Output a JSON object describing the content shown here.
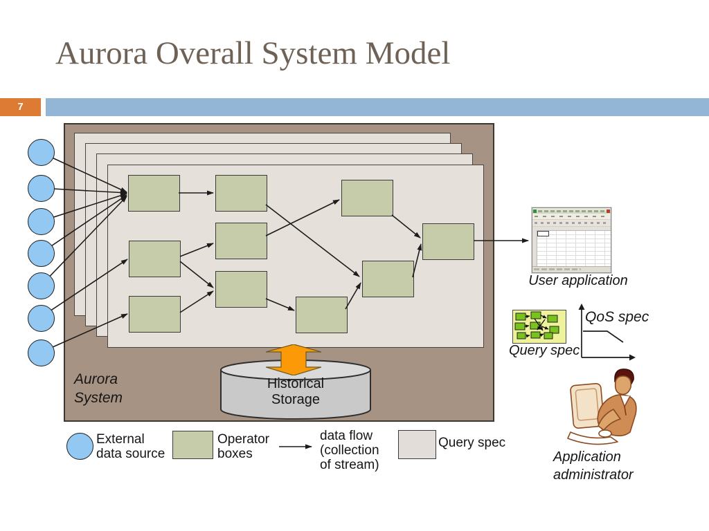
{
  "slide": {
    "title": "Aurora Overall System Model",
    "page_number": "7"
  },
  "diagram": {
    "aurora_system_label": "Aurora\nSystem",
    "historical_storage_label": "Historical\nStorage",
    "user_application_label": "User application",
    "query_spec_label": "Query spec",
    "qos_spec_label": "QoS spec",
    "application_administrator_label": "Application\nadministrator"
  },
  "legend": [
    {
      "symbol": "external-data-source-circle",
      "label": "External\ndata source"
    },
    {
      "symbol": "operator-box-swatch",
      "label": "Operator\nboxes"
    },
    {
      "symbol": "data-flow-arrow",
      "label": "data flow\n(collection\nof stream)"
    },
    {
      "symbol": "query-spec-swatch",
      "label": "Query spec"
    }
  ],
  "icons": {
    "user_application": "spreadsheet-window-icon",
    "query_spec": "mini-network-icon",
    "qos_spec": "axes-line-chart-icon",
    "historical_storage": "cylinder-icon",
    "storage_io": "orange-double-arrow-icon",
    "application_administrator": "person-at-computer-icon"
  },
  "colors": {
    "accent_orange": "#dd7a33",
    "accent_blue": "#93b5d6",
    "title_text": "#6e6156",
    "aurora_container": "#a79384",
    "sheet": "#e6e0da",
    "operator_box": "#c6cba9",
    "data_source_circle": "#92c8f2",
    "storage_cylinder": "#c9c9c9",
    "io_arrow": "#fb9a06",
    "query_icon_bg": "#eef39b",
    "query_icon_box": "#7ac31e"
  }
}
